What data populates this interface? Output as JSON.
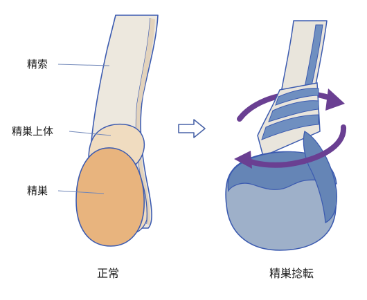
{
  "labels": {
    "spermatic_cord": "精索",
    "epididymis": "精巣上体",
    "testis": "精巣"
  },
  "captions": {
    "normal": "正常",
    "torsion": "精巣捻転"
  },
  "icons": {
    "transition": "hollow-right-arrow-icon",
    "rotation": "circular-rotation-arrow-icon"
  },
  "colors": {
    "cord_fill": "#ede8de",
    "cord_stroke": "#3c5bb0",
    "testis_normal": "#e8b47e",
    "epididymis_normal": "#f0dcc0",
    "torsion_cord": "#e9e5dc",
    "torsion_bands": "#6f8fc0",
    "torsion_testis": "#9eb0c9",
    "torsion_epididymis": "#6585b6",
    "rotation_arrow": "#6a3f92"
  }
}
